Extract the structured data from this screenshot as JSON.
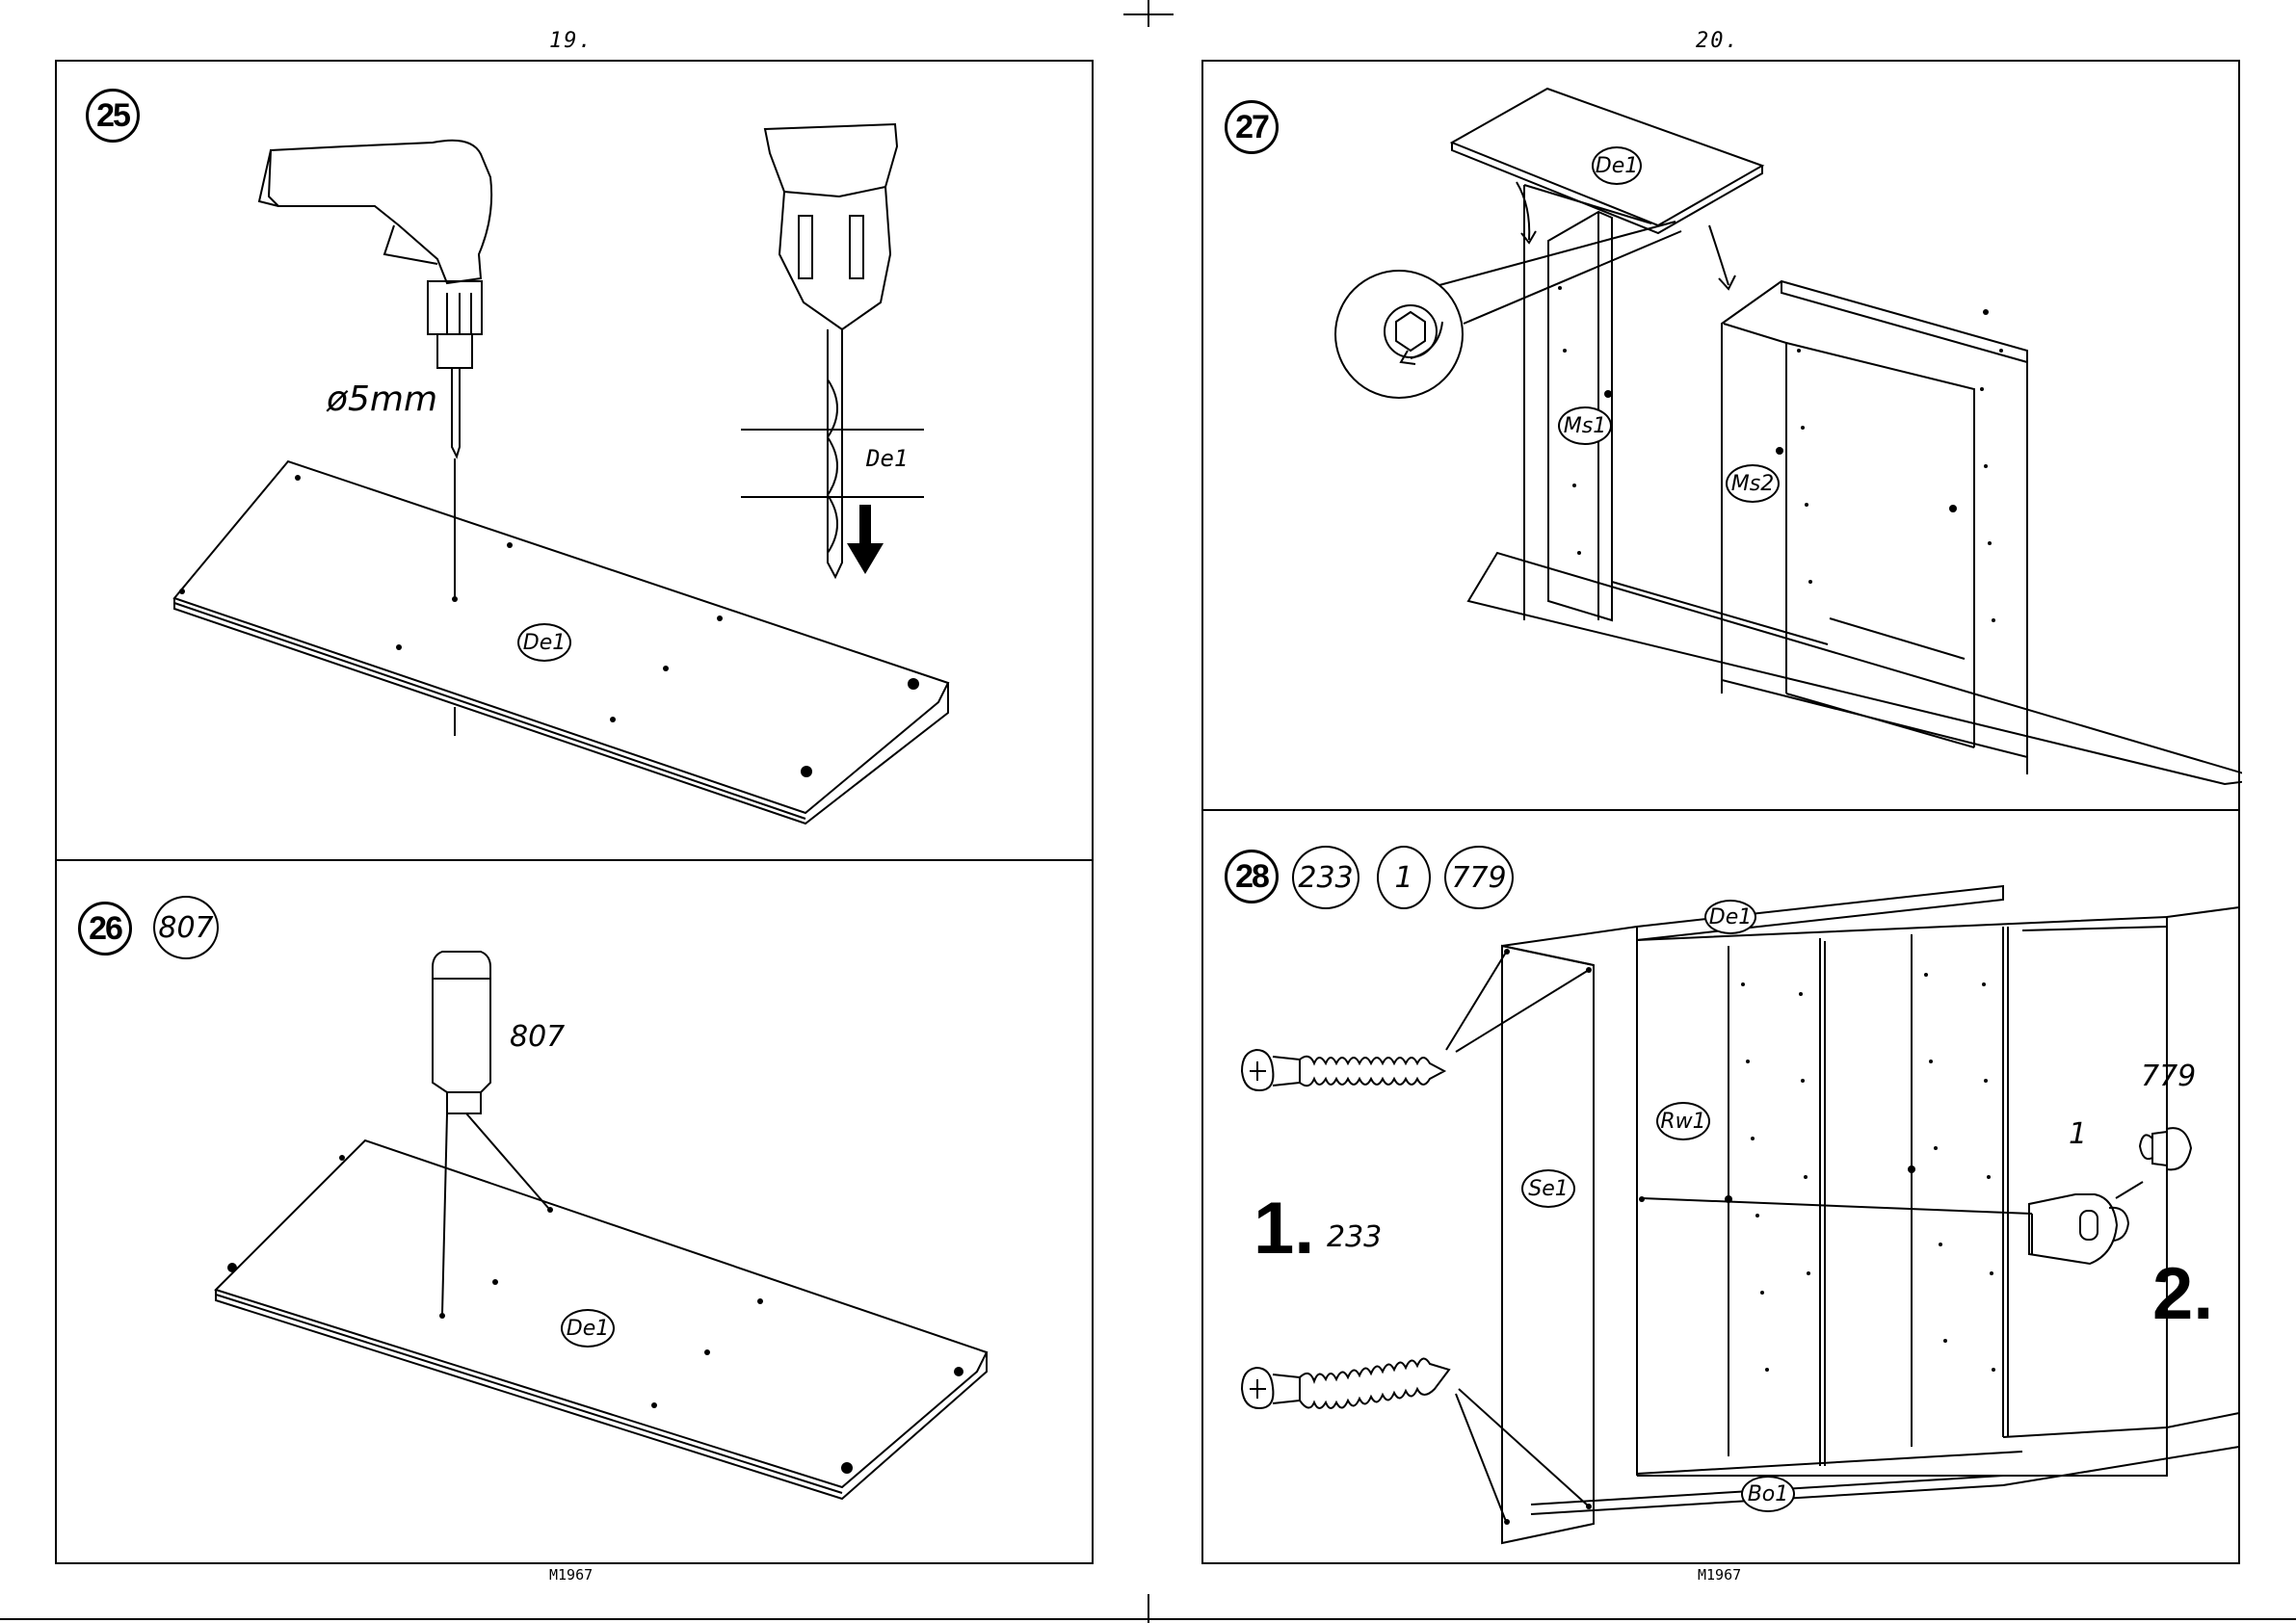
{
  "pages": [
    {
      "number": "19.",
      "footer": "M1967"
    },
    {
      "number": "20.",
      "footer": "M1967"
    }
  ],
  "steps": {
    "s25": {
      "number": "25",
      "drill_size": "ø5mm",
      "part_top": "De1",
      "part_board": "De1"
    },
    "s26": {
      "number": "26",
      "part_badge": "807",
      "dowel_label": "807",
      "part_board": "De1"
    },
    "s27": {
      "number": "27",
      "part_top": "De1",
      "part_left": "Ms1",
      "part_right": "Ms2"
    },
    "s28": {
      "number": "28",
      "badges": [
        "233",
        "1",
        "779"
      ],
      "parts": {
        "top": "De1",
        "back": "Rw1",
        "side": "Se1",
        "bottom": "Bo1"
      },
      "step1_number": "1.",
      "step1_part": "233",
      "step2_number": "2.",
      "hardware_1": "1",
      "hardware_779": "779"
    }
  },
  "colors": {
    "ink": "#000000",
    "paper": "#ffffff"
  }
}
